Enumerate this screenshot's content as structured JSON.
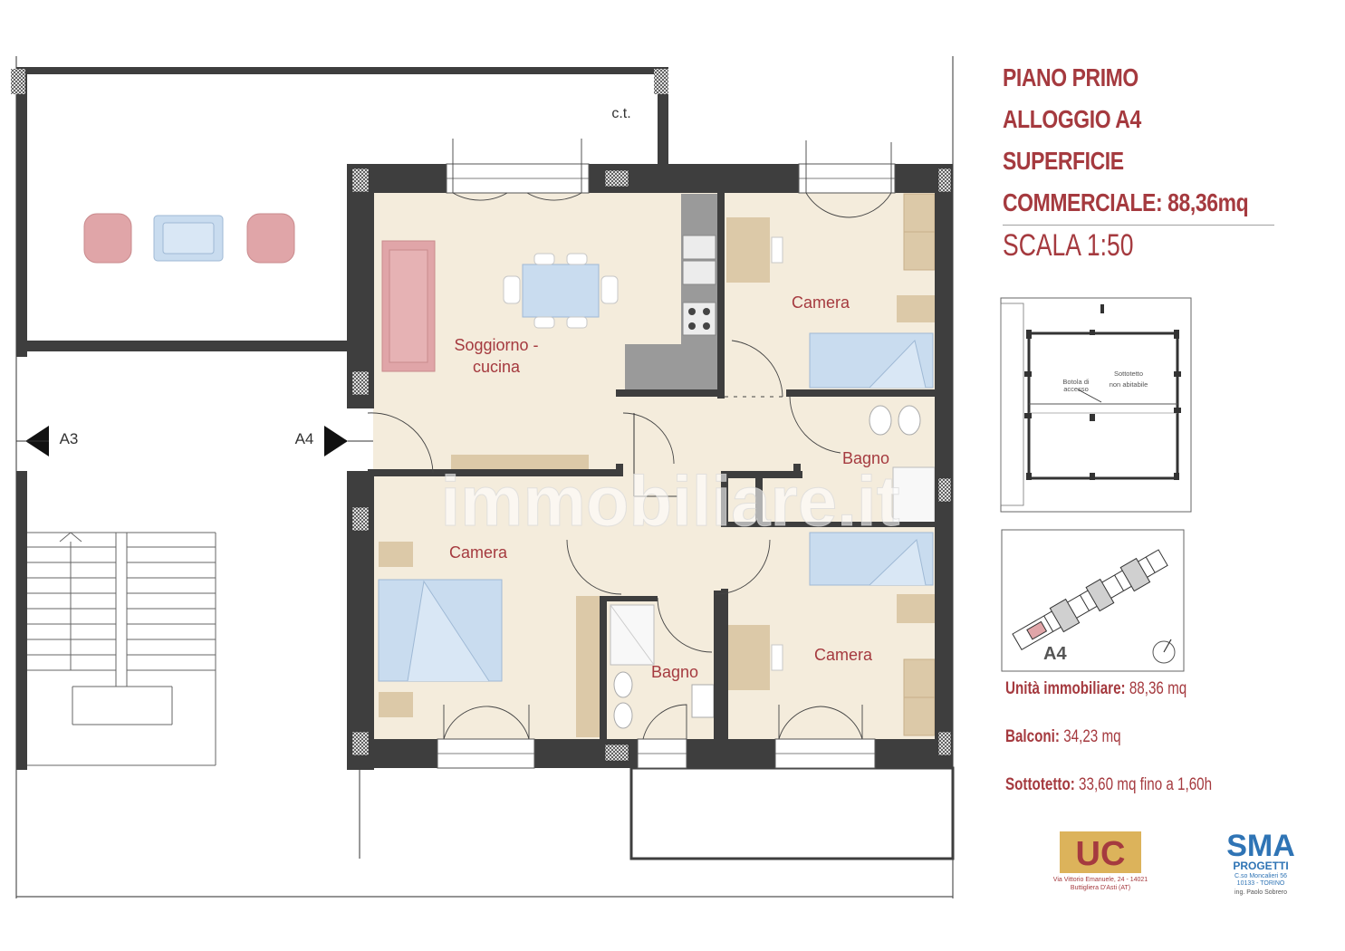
{
  "title": {
    "line1": "PIANO PRIMO",
    "line2": "ALLOGGIO A4",
    "line3": "SUPERFICIE",
    "line4": "COMMERCIALE: 88,36mq",
    "scale": "SCALA 1:50"
  },
  "rooms": {
    "ct": "c.t.",
    "living_1": "Soggiorno -",
    "living_2": "cucina",
    "camera_ne": "Camera",
    "bagno_e": "Bagno",
    "camera_w": "Camera",
    "bagno_s": "Bagno",
    "camera_se": "Camera"
  },
  "units": {
    "a3": "A3",
    "a4": "A4"
  },
  "section_plan": {
    "label_left_1": "Botola di",
    "label_left_2": "accesso",
    "label_right_1": "Sottotetto",
    "label_right_2": "non abitabile"
  },
  "key_plan": {
    "label": "A4"
  },
  "stats": {
    "unit_label": "Unità immobiliare:",
    "unit_value": "88,36 mq",
    "balconi_label": "Balconi:",
    "balconi_value": "34,23 mq",
    "sottotetto_label": "Sottotetto:",
    "sottotetto_value": "33,60 mq fino a 1,60h"
  },
  "logos": {
    "uc_mark": "UC",
    "uc_address_1": "Via Vittorio Emanuele, 24 - 14021",
    "uc_address_2": "Buttigliera D'Asti (AT)",
    "sma_1": "SMA",
    "sma_2": "PROGETTI",
    "sma_address_1": "C.so Moncalieri 56",
    "sma_address_2": "10133 - TORINO",
    "sma_engineer": "ing. Paolo Sobrero"
  },
  "watermark": "immobiliare.it",
  "colors": {
    "floor": "#f4ecdc",
    "wall": "#3e3e3e",
    "text_red": "#a53a3f",
    "bed": "#c9dcef",
    "furniture": "#dcc9a8",
    "sofa": "#e0a5a8",
    "kitchen": "#9a9a9a"
  }
}
